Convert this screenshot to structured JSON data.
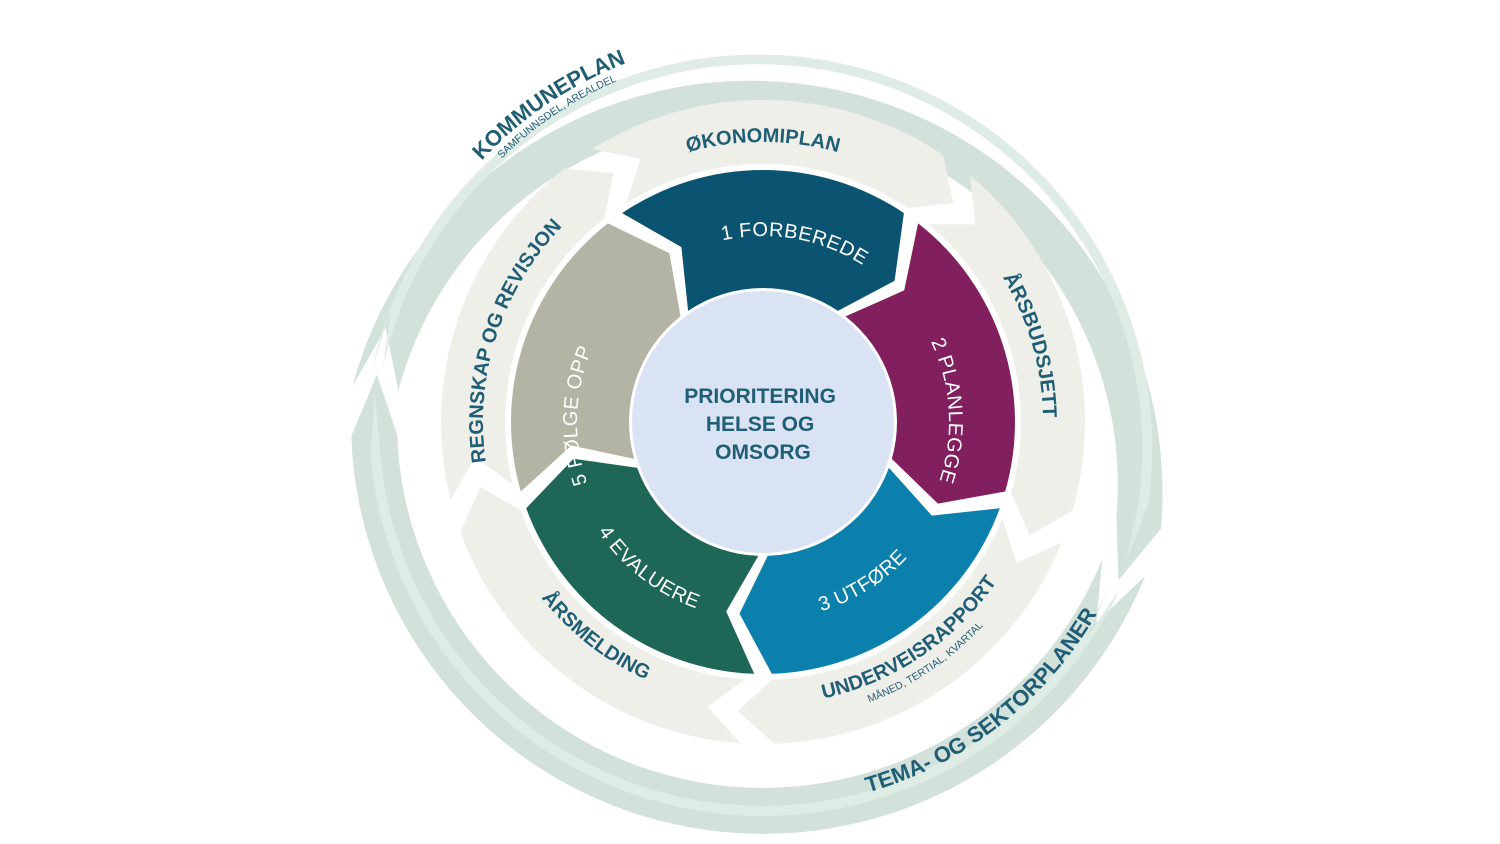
{
  "center": {
    "lines": [
      "PRIORITERING",
      "HELSE  OG",
      "OMSORG"
    ],
    "color": "#dae3f3"
  },
  "inner_ring": [
    {
      "label": "1 FORBEREDE",
      "color": "#0b5471"
    },
    {
      "label": "2 PLANLEGGE",
      "color": "#821f5f"
    },
    {
      "label": "3 UTFØRE",
      "color": "#0b80ac"
    },
    {
      "label": "4 EVALUERE",
      "color": "#1e6656"
    },
    {
      "label": "5 FØLGE OPP",
      "color": "#b3b4a4"
    }
  ],
  "middle_ring": [
    {
      "label": "ØKONOMIPLAN",
      "sub": ""
    },
    {
      "label": "ÅRSBUDSJETT",
      "sub": ""
    },
    {
      "label": "UNDERVEISRAPPORT",
      "sub": "MÅNED, TERTIAL, KVARTAL"
    },
    {
      "label": "ÅRSMELDING",
      "sub": ""
    },
    {
      "label": "REGNSKAP OG REVISJON",
      "sub": ""
    }
  ],
  "outer_ring": [
    {
      "label": "KOMMUNEPLAN",
      "sub": "SAMFUNNSDEL, AREALDEL"
    },
    {
      "label": "TEMA- OG SEKTORPLANER",
      "sub": ""
    }
  ],
  "colors": {
    "outer_ring": "#d2e1da",
    "outer_ring_highlight": "#deece5",
    "middle_ring": "#efefea",
    "text_dark": "#1f5e74",
    "text_light": "#ffffff"
  }
}
